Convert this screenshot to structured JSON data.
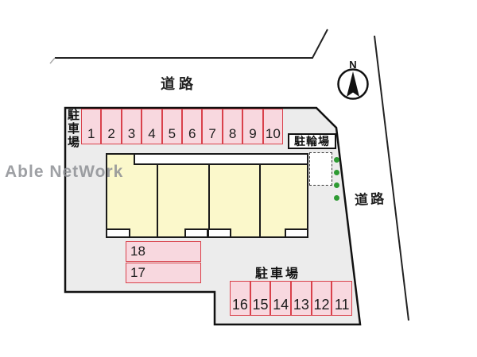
{
  "watermark": {
    "text": "Able NetWork"
  },
  "compass": {
    "label": "N"
  },
  "roads": {
    "top": "道路",
    "right": "道路"
  },
  "areas": {
    "parking_left": "駐車場",
    "parking_bottom": "駐車場",
    "bicycle": "駐輪場"
  },
  "parking": {
    "top_row": [
      "1",
      "2",
      "3",
      "4",
      "5",
      "6",
      "7",
      "8",
      "9",
      "10"
    ],
    "bottom_row": [
      "16",
      "15",
      "14",
      "13",
      "12",
      "11"
    ],
    "side_column": [
      "18",
      "17"
    ]
  },
  "building": {
    "unit_count": 4
  },
  "landscaping": {
    "tree_count": 4
  },
  "colors": {
    "space_fill": "#F8D8DF",
    "space_border": "#D9414B",
    "building_fill": "#FBF8CB",
    "site_fill": "#ECECEC",
    "tree_dot": "#2E9B33"
  }
}
